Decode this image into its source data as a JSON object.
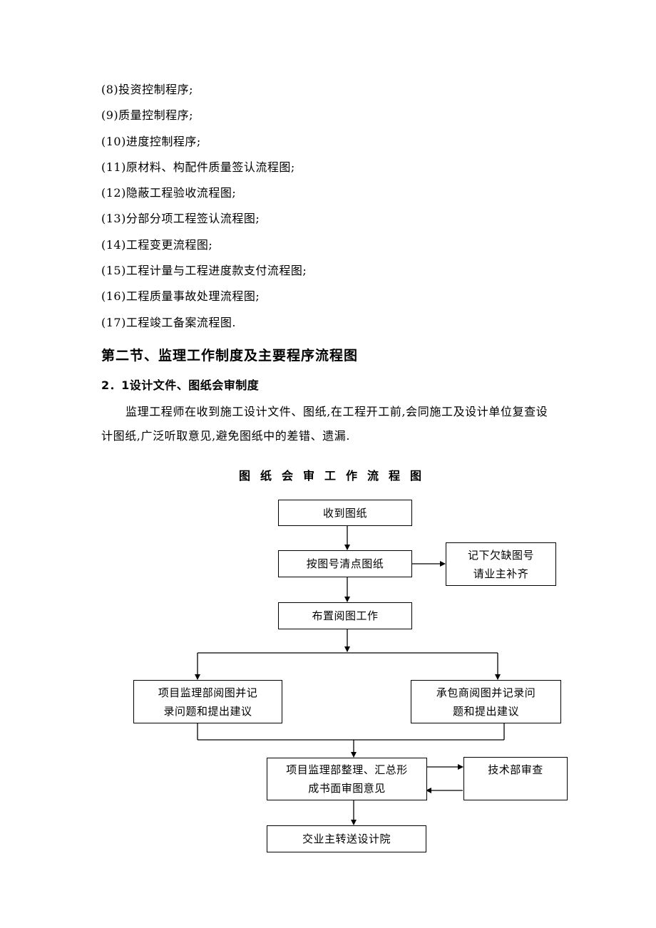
{
  "list_items": [
    "(8)投资控制程序;",
    "(9)质量控制程序;",
    "(10)进度控制程序;",
    "(11)原材料、构配件质量签认流程图;",
    "(12)隐蔽工程验收流程图;",
    "(13)分部分项工程签认流程图;",
    "(14)工程变更流程图;",
    "(15)工程计量与工程进度款支付流程图;",
    "(16)工程质量事故处理流程图;",
    "(17)工程竣工备案流程图."
  ],
  "section_heading": "第二节、监理工作制度及主要程序流程图",
  "subsection_heading": "2．1设计文件、图纸会审制度",
  "paragraph": "监理工程师在收到施工设计文件、图纸,在工程开工前,会同施工及设计单位复查设计图纸,广泛听取意见,避免图纸中的差错、遗漏.",
  "flowchart": {
    "title": "图纸会审工作流程图",
    "receive": "收到图纸",
    "check": "按图号清点图纸",
    "missing_line1": "记下欠缺图号",
    "missing_line2": "请业主补齐",
    "arrange": "布置阅图工作",
    "supervision_line1": "项目监理部阅图并记",
    "supervision_line2": "录问题和提出建议",
    "contractor_line1": "承包商阅图并记录问",
    "contractor_line2": "题和提出建议",
    "compile_line1": "项目监理部整理、汇总形",
    "compile_line2": "成书面审图意见",
    "tech": "技术部审查",
    "deliver": "交业主转送设计院"
  }
}
